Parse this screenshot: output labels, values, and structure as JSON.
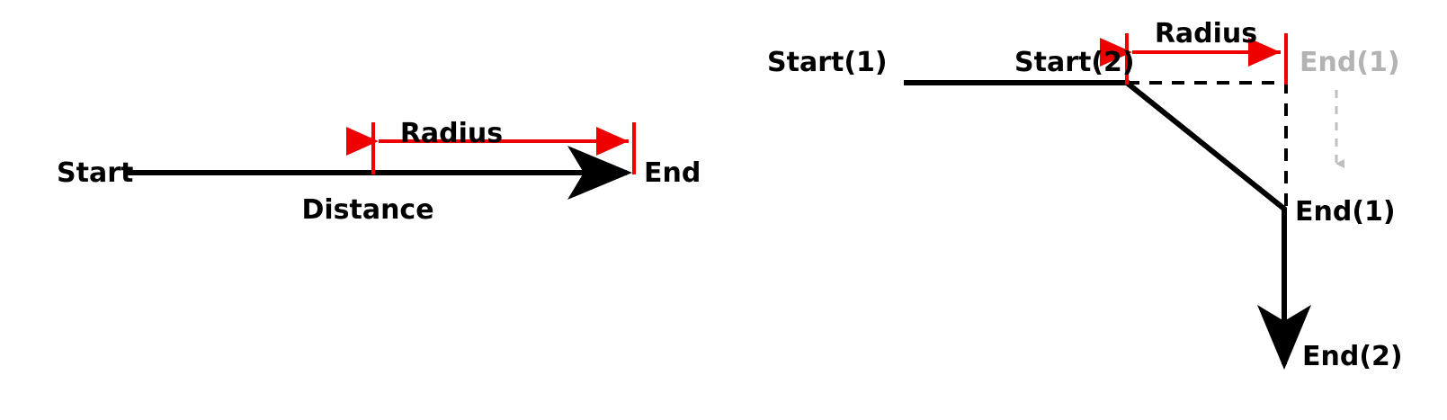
{
  "figure": {
    "title": "Distance and Radius fillet geometry diagram",
    "background_color": "#ffffff",
    "accent_color": "#ee0000",
    "ghost_color": "#b3b3b3",
    "line_color": "#000000"
  },
  "left_diagram": {
    "name": "single-segment-distance-radius",
    "labels": {
      "start": "Start",
      "end": "End",
      "radius": "Radius",
      "distance": "Distance"
    }
  },
  "right_diagram": {
    "name": "two-segment-fillet-radius",
    "labels": {
      "start1": "Start(1)",
      "start2": "Start(2)",
      "radius": "Radius",
      "end1_ghost": "End(1)",
      "end1": "End(1)",
      "end2": "End(2)"
    }
  }
}
